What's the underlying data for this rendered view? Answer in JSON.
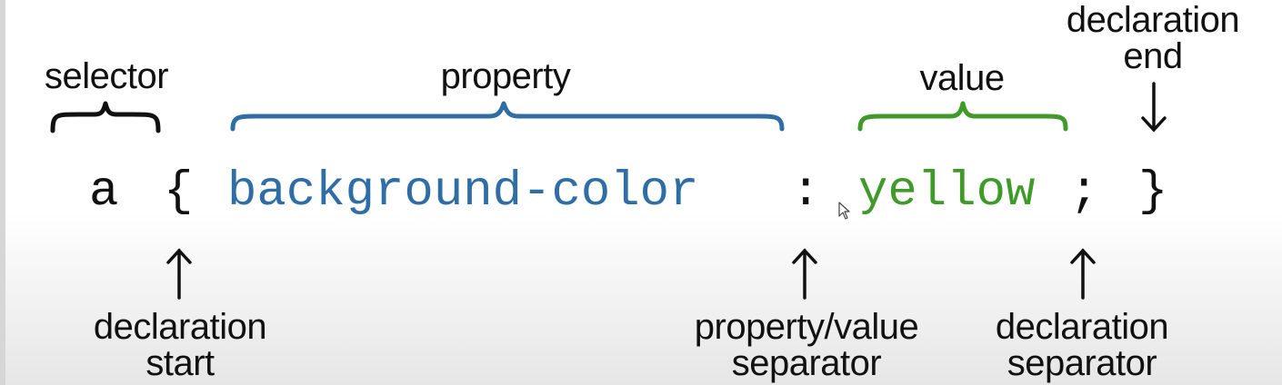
{
  "labels": {
    "selector": "selector",
    "property": "property",
    "value": "value",
    "declaration_end_line1": "declaration",
    "declaration_end_line2": "end",
    "declaration_start_line1": "declaration",
    "declaration_start_line2": "start",
    "prop_value_sep_line1": "property/value",
    "prop_value_sep_line2": "separator",
    "decl_sep_line1": "declaration",
    "decl_sep_line2": "separator"
  },
  "code": {
    "selector": "a",
    "open_brace": "{",
    "property": "background-color",
    "colon": ":",
    "value": "yellow",
    "semicolon": ";",
    "close_brace": "}"
  },
  "colors": {
    "text": "#111111",
    "property": "#2f6ea5",
    "value": "#3f9a2a"
  }
}
